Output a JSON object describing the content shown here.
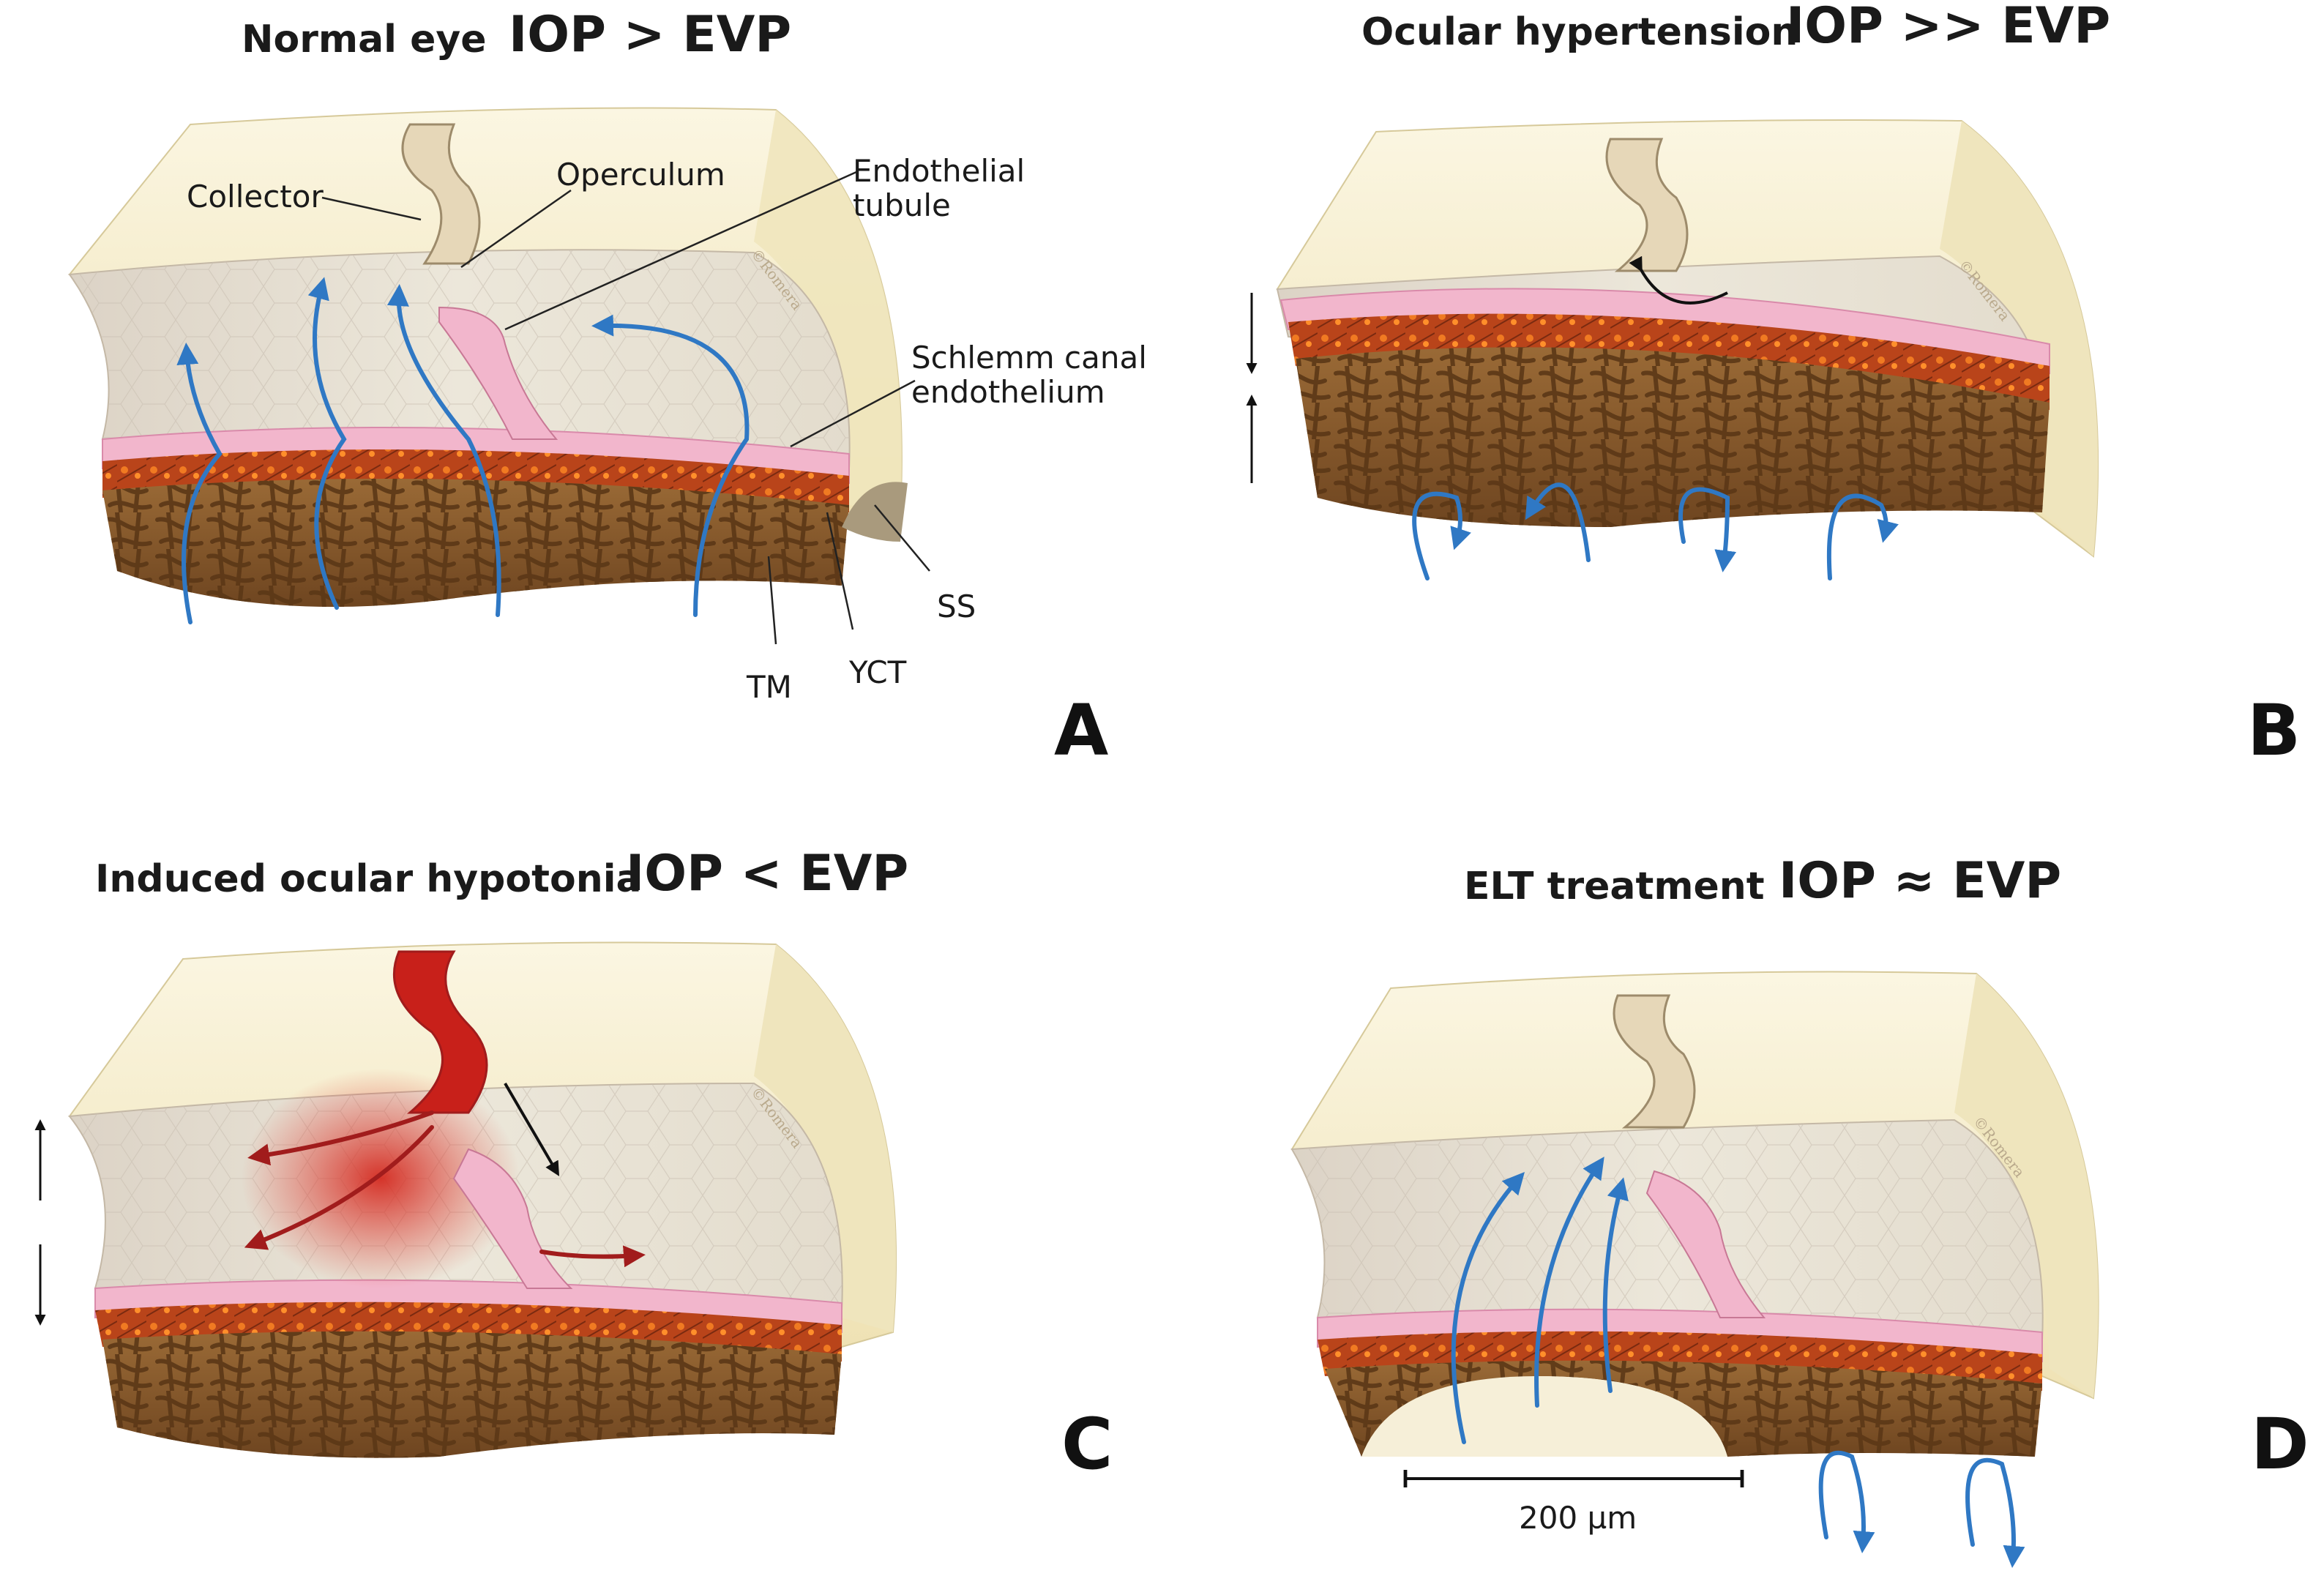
{
  "panels": {
    "A": {
      "letter": "A",
      "subtitle": "Normal eye",
      "equation": "IOP > EVP"
    },
    "B": {
      "letter": "B",
      "subtitle": "Ocular hypertension",
      "equation": "IOP >> EVP"
    },
    "C": {
      "letter": "C",
      "subtitle": "Induced ocular hypotonia",
      "equation": "IOP < EVP"
    },
    "D": {
      "letter": "D",
      "subtitle": "ELT treatment",
      "equation": "IOP ≈ EVP"
    }
  },
  "labels": {
    "collector": "Collector",
    "operculum": "Operculum",
    "endothelial_line1": "Endothelial",
    "endothelial_line2": "tubule",
    "schlemm_line1": "Schlemm canal",
    "schlemm_line2": "endothelium",
    "ss": "SS",
    "tm": "TM",
    "yct": "YCT",
    "scale": "200 µm"
  },
  "credit": "©Romera",
  "colors": {
    "sclera": "#f2e8bf",
    "canal": "#e9e2d4",
    "endothelium": "#f2b6cc",
    "yct": "#c5481a",
    "meshwork": "#8a5a2b",
    "aqueous_arrow": "#2f78c4",
    "blood": "#d42a20",
    "blood_arrow": "#a11c1c"
  }
}
